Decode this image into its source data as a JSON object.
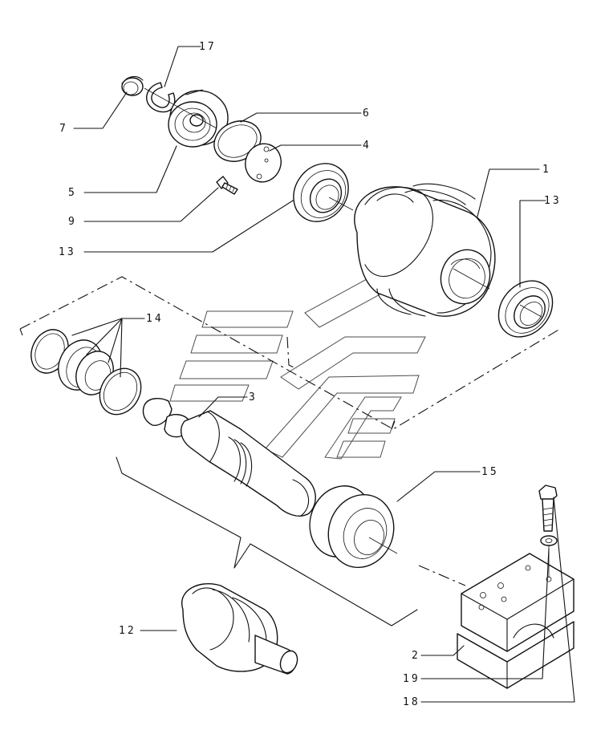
{
  "callouts": {
    "c1": "1",
    "c2": "2",
    "c3": "3",
    "c4": "4",
    "c5": "5",
    "c6": "6",
    "c7": "7",
    "c9": "9",
    "c12": "12",
    "c13a": "13",
    "c13b": "13",
    "c14": "14",
    "c15": "15",
    "c17": "17",
    "c18": "18",
    "c19": "19"
  }
}
